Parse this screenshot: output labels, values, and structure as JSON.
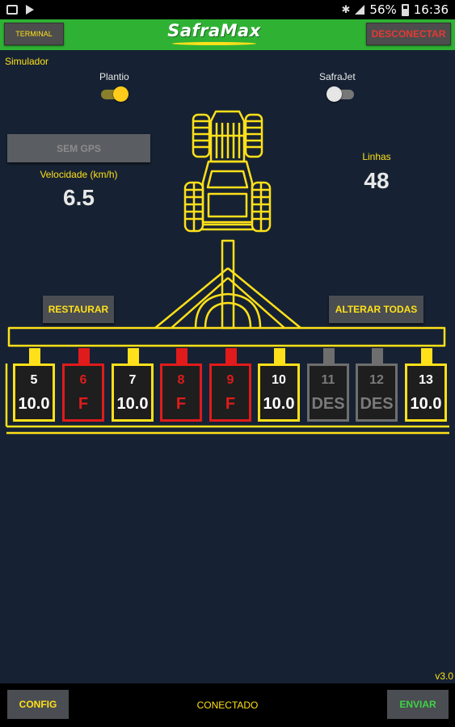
{
  "status_bar": {
    "icons": [
      "notification-icon",
      "play-store-icon",
      "bluetooth-icon",
      "signal-icon",
      "battery-icon"
    ],
    "battery": "56%",
    "time": "16:36"
  },
  "header": {
    "terminal_label": "TERMINAL",
    "logo_text": "SafraMax",
    "disconnect_label": "DESCONECTAR",
    "bg_color": "#2fb234",
    "accent_color": "#ffe01a"
  },
  "simulator_label": "Simulador",
  "switches": {
    "plantio": {
      "label": "Plantio",
      "on": true
    },
    "safrajet": {
      "label": "SafraJet",
      "on": false
    }
  },
  "gps_button": "SEM GPS",
  "speed": {
    "label": "Velocidade (km/h)",
    "value": "6.5"
  },
  "lines": {
    "label": "Linhas",
    "value": "48"
  },
  "restore_button": "RESTAURAR",
  "change_all_button": "ALTERAR TODAS",
  "rows": [
    {
      "num": "5",
      "value": "10.0",
      "state": "ok"
    },
    {
      "num": "6",
      "value": "F",
      "state": "failed"
    },
    {
      "num": "7",
      "value": "10.0",
      "state": "ok"
    },
    {
      "num": "8",
      "value": "F",
      "state": "failed"
    },
    {
      "num": "9",
      "value": "F",
      "state": "failed"
    },
    {
      "num": "10",
      "value": "10.0",
      "state": "ok"
    },
    {
      "num": "11",
      "value": "DES",
      "state": "off"
    },
    {
      "num": "12",
      "value": "DES",
      "state": "off"
    },
    {
      "num": "13",
      "value": "10.0",
      "state": "ok"
    }
  ],
  "row_colors": {
    "ok": "#ffe01a",
    "failed": "#e01b1b",
    "off": "#6e6e6e"
  },
  "version": "v3.0",
  "bottom": {
    "config_label": "CONFIG",
    "status": "CONECTADO",
    "send_label": "ENVIAR"
  }
}
